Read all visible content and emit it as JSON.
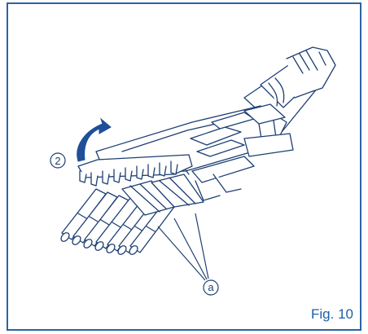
{
  "figure": {
    "label": "Fig. 10",
    "callouts": {
      "step": "2",
      "part": "a"
    },
    "colors": {
      "frame": "#2a64a6",
      "line": "#1e3f73",
      "arrow": "#1f4f9a",
      "label": "#1e5fa8"
    }
  }
}
